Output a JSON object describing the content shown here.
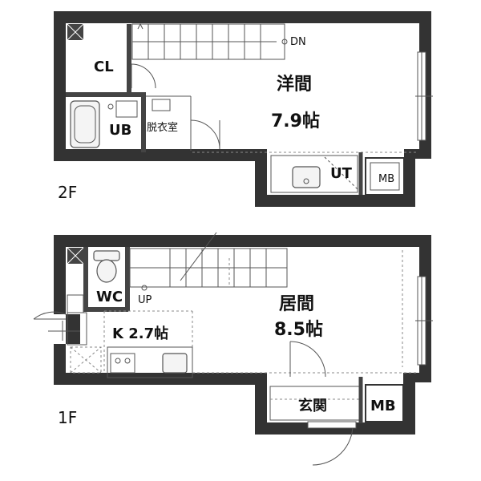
{
  "floors": [
    {
      "floor_label": "2F",
      "rooms": {
        "closet": "CL",
        "bath": "UB",
        "dressing": "脱衣室",
        "western_room": "洋間",
        "western_room_size": "7.9帖",
        "utility": "UT",
        "meter_box": "MB",
        "stairs": "DN"
      }
    },
    {
      "floor_label": "1F",
      "rooms": {
        "toilet": "WC",
        "stairs": "UP",
        "kitchen": "K 2.7帖",
        "living_room": "居間",
        "living_room_size": "8.5帖",
        "entrance": "玄関",
        "meter_box": "MB"
      }
    }
  ]
}
